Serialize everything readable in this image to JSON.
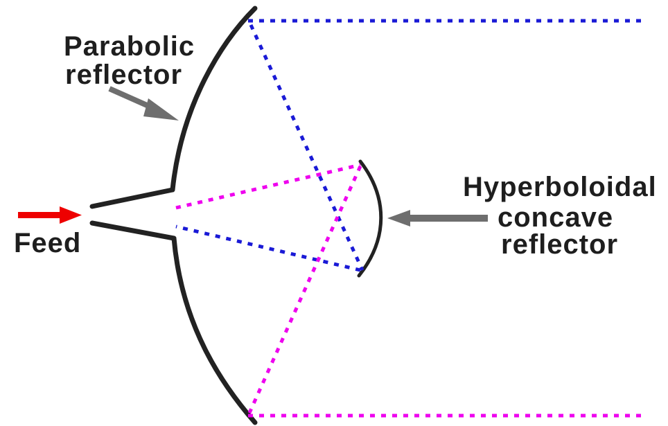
{
  "labels": {
    "parabolic_line1": "Parabolic",
    "parabolic_line2": "reflector",
    "hyperboloidal_line1": "Hyperboloidal",
    "hyperboloidal_line2": "concave",
    "hyperboloidal_line3": "reflector",
    "feed": "Feed"
  },
  "colors": {
    "reflector": "#222222",
    "ray_blue": "#1a1ad6",
    "ray_magenta": "#ee00ee",
    "feed_arrow": "#ee0000",
    "pointer_arrow": "#6e6e6e",
    "text": "#1e1e1e",
    "background": "#ffffff"
  },
  "icons": {
    "feed_arrow": "arrow-right-icon",
    "parabolic_pointer": "arrow-down-right-icon",
    "hyperboloidal_pointer": "arrow-left-icon"
  }
}
